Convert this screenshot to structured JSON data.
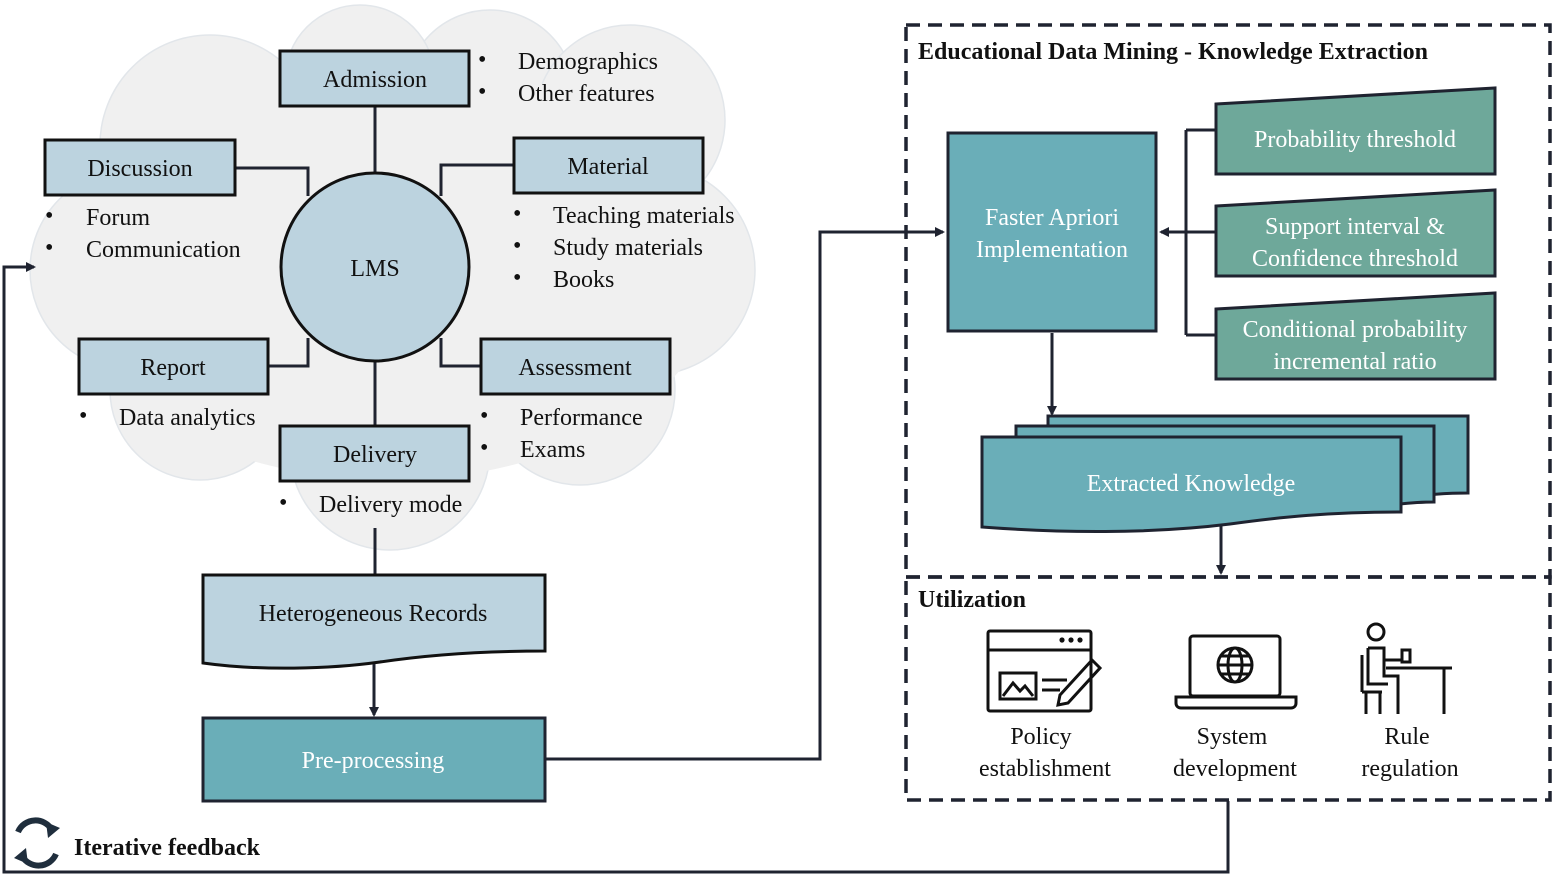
{
  "lms": {
    "center": "LMS",
    "admission": {
      "label": "Admission",
      "bullets": [
        "Demographics",
        "Other features"
      ]
    },
    "discussion": {
      "label": "Discussion",
      "bullets": [
        "Forum",
        "Communication"
      ]
    },
    "material": {
      "label": "Material",
      "bullets": [
        "Teaching materials",
        "Study materials",
        "Books"
      ]
    },
    "report": {
      "label": "Report",
      "bullets": [
        "Data analytics"
      ]
    },
    "assessment": {
      "label": "Assessment",
      "bullets": [
        "Performance",
        "Exams"
      ]
    },
    "delivery": {
      "label": "Delivery",
      "bullets": [
        "Delivery mode"
      ]
    }
  },
  "pipeline": {
    "records": "Heterogeneous Records",
    "preprocessing": "Pre-processing"
  },
  "edm": {
    "title": "Educational Data Mining - Knowledge Extraction",
    "apriori": [
      "Faster Apriori",
      "Implementation"
    ],
    "params": {
      "probability": [
        "Probability threshold"
      ],
      "support": [
        "Support interval &",
        "Confidence threshold"
      ],
      "conditional": [
        "Conditional probability",
        "incremental ratio"
      ]
    },
    "knowledge": "Extracted Knowledge"
  },
  "utilization": {
    "title": "Utilization",
    "policy": [
      "Policy",
      "establishment"
    ],
    "system": [
      "System",
      "development"
    ],
    "rule": [
      "Rule",
      "regulation"
    ]
  },
  "feedback": "Iterative feedback",
  "bullet_char": "•",
  "colors": {
    "light_box": "#bcd3df",
    "teal_box": "#6aaeb8",
    "green_box": "#6ea89a",
    "line": "#1f2330",
    "cloud": "#f0f0f0"
  }
}
